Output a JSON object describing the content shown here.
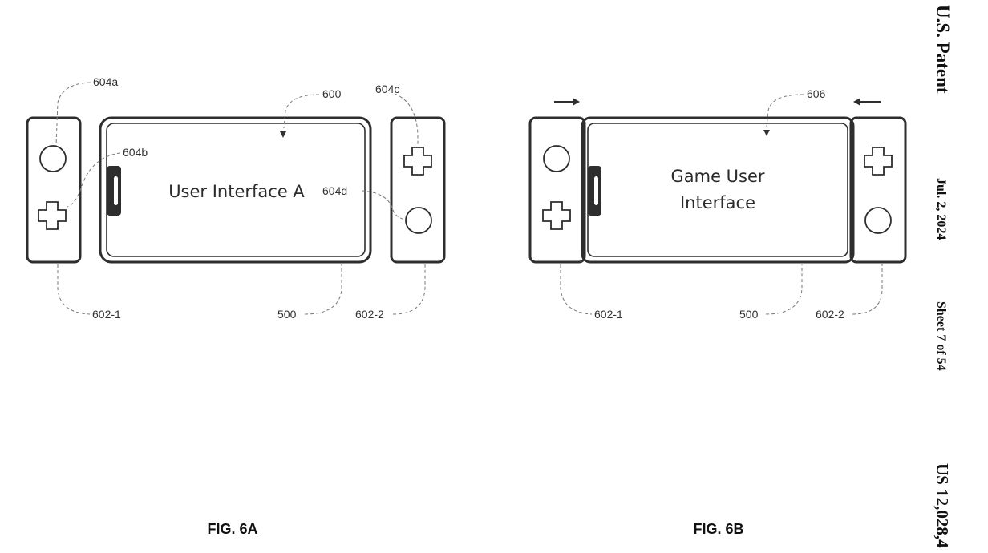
{
  "header": {
    "title": "U.S. Patent",
    "date": "Jul. 2, 2024",
    "sheet": "Sheet 7 of 54",
    "patent_number": "US 12,028,4"
  },
  "fig6a": {
    "caption": "FIG. 6A",
    "screen_text": "User Interface A",
    "labels": {
      "ref_604a": "604a",
      "ref_604b": "604b",
      "ref_604c": "604c",
      "ref_604d": "604d",
      "ref_600": "600",
      "ref_602_1": "602-1",
      "ref_500": "500",
      "ref_602_2": "602-2"
    }
  },
  "fig6b": {
    "caption": "FIG. 6B",
    "screen_text_line1": "Game User",
    "screen_text_line2": "Interface",
    "labels": {
      "ref_606": "606",
      "ref_602_1": "602-1",
      "ref_500": "500",
      "ref_602_2": "602-2"
    }
  }
}
